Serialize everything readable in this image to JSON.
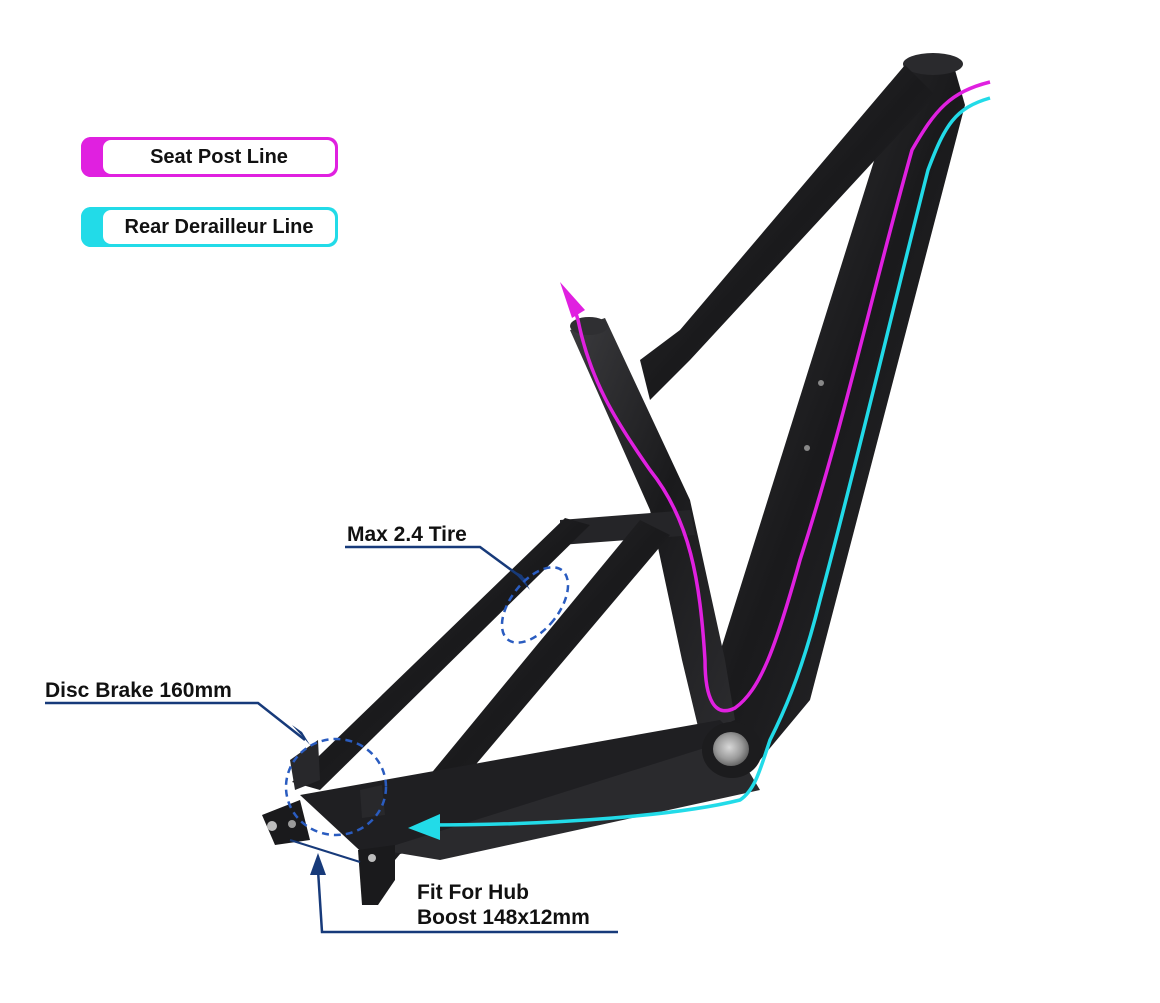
{
  "legend": {
    "seat_post": {
      "label": "Seat Post Line",
      "color": "#e020e0"
    },
    "rear_derailleur": {
      "label": "Rear Derailleur Line",
      "color": "#22dbe8"
    }
  },
  "callouts": {
    "tire": "Max 2.4 Tire",
    "brake": "Disc Brake 160mm",
    "hub_line1": "Fit For Hub",
    "hub_line2": "Boost 148x12mm"
  },
  "colors": {
    "frame": "#1c1c1e",
    "frame_highlight": "#3a3a3d",
    "callout_line": "#173a7a",
    "marker_ellipse": "#2a5cc0"
  },
  "icons": {
    "arrow": "arrow-head-icon"
  }
}
